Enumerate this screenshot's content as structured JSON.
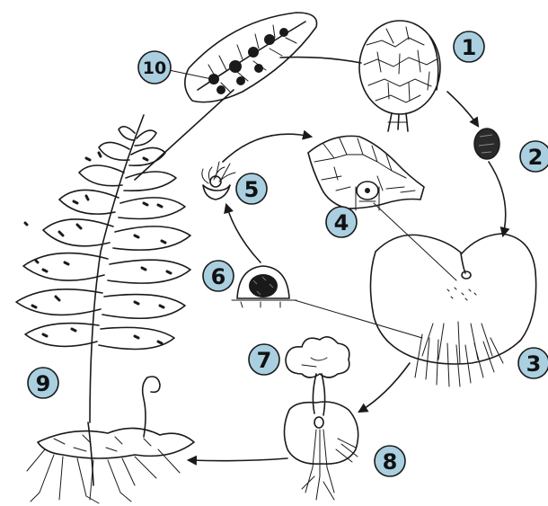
{
  "labels": {
    "l1": "1",
    "l2": "2",
    "l3": "3",
    "l4": "4",
    "l5": "5",
    "l6": "6",
    "l7": "7",
    "l8": "8",
    "l9": "9",
    "l10": "10"
  },
  "colors": {
    "badge_fill": "#a9cfe0",
    "ink": "#1a1a1a",
    "background": "#ffffff"
  }
}
